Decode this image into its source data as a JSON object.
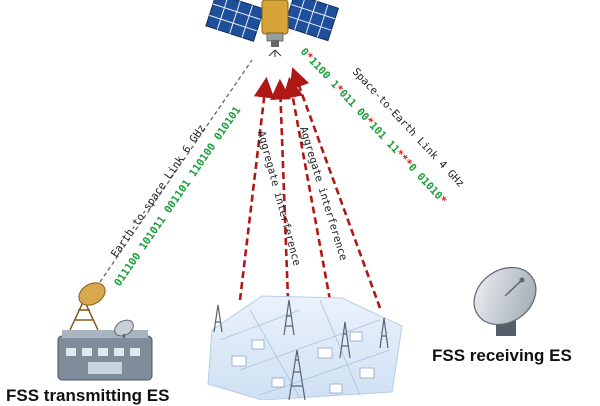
{
  "links": {
    "uplink": {
      "label": "Earth-to-space Link 6 GHz",
      "bits": "011100 101011 001101 110100 010101"
    },
    "downlink": {
      "label": "Space-to-Earth Link 4 GHz",
      "bits_segments": [
        {
          "text": "0",
          "error": false
        },
        {
          "text": "*",
          "error": true
        },
        {
          "text": "1100 1",
          "error": false
        },
        {
          "text": "*",
          "error": true
        },
        {
          "text": "011 00",
          "error": false
        },
        {
          "text": "*",
          "error": true
        },
        {
          "text": "101 11",
          "error": false
        },
        {
          "text": "***",
          "error": true
        },
        {
          "text": "0 01010",
          "error": false
        },
        {
          "text": "*",
          "error": true
        }
      ]
    }
  },
  "interference": {
    "label_1": "Aggregate interference",
    "label_2": "Aggregate interference"
  },
  "stations": {
    "receiving": "FSS receiving ES",
    "transmitting": "FSS transmitting ES"
  },
  "colors": {
    "arrow": "#b01818",
    "uplink_line": "#666666",
    "bits_ok": "#1a9e3a",
    "bits_error": "#d11f1f",
    "solar_panel": "#1f4f9a",
    "satellite_body": "#d6a437"
  }
}
